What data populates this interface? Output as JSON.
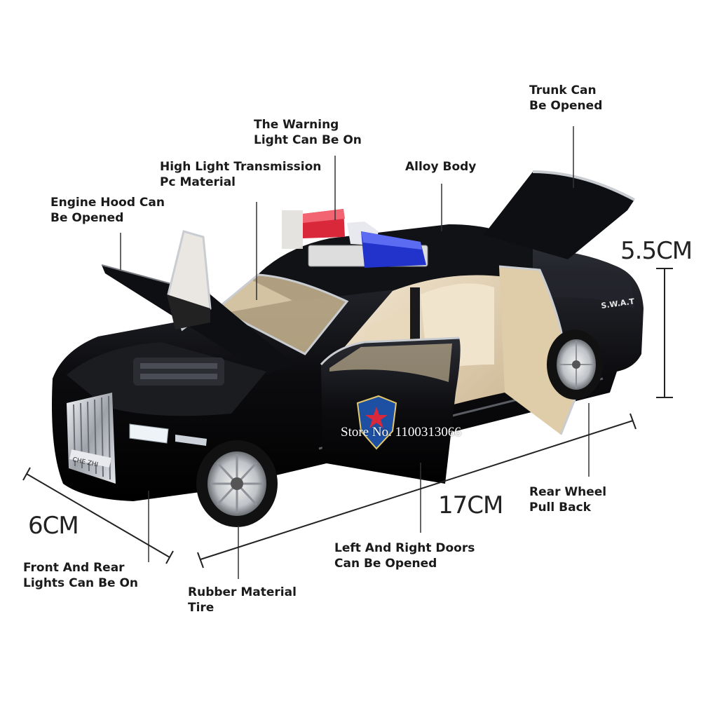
{
  "labels": {
    "trunk": [
      "Trunk Can",
      "Be Opened"
    ],
    "warning_light": [
      "The Warning",
      "Light Can Be On"
    ],
    "alloy_body": [
      "Alloy Body"
    ],
    "pc_material": [
      "High Light Transmission",
      "Pc Material"
    ],
    "engine_hood": [
      "Engine Hood Can",
      "Be Opened"
    ],
    "rear_wheel": [
      "Rear Wheel",
      "Pull Back"
    ],
    "doors": [
      "Left And Right Doors",
      "Can Be Opened"
    ],
    "lights": [
      "Front And Rear",
      "Lights Can Be On"
    ],
    "tire": [
      "Rubber Material",
      "Tire"
    ]
  },
  "dimensions": {
    "height": "5.5CM",
    "length": "17CM",
    "width": "6CM"
  },
  "vehicle": {
    "side_text": "S.W.A.T",
    "plate_text": "CHE ZHI"
  },
  "watermark": "Store No. 1100313066",
  "colors": {
    "body": "#0d0d0f",
    "interior": "#e8d8bf",
    "light_red": "#d8283a",
    "light_blue": "#2233cc",
    "chrome": "#c9ccd1"
  }
}
